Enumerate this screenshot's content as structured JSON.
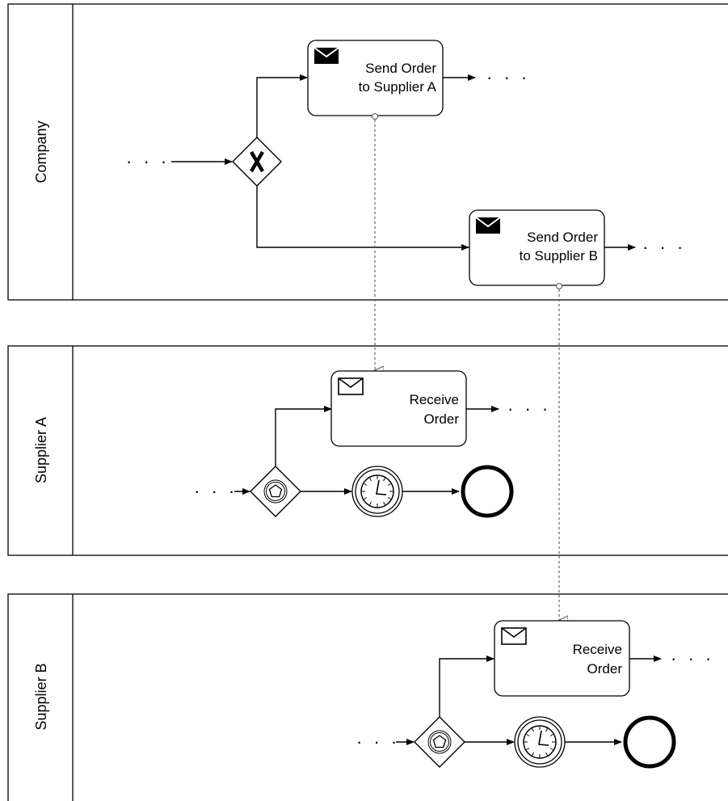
{
  "pools": {
    "company": {
      "label": "Company"
    },
    "supplier_a": {
      "label": "Supplier A"
    },
    "supplier_b": {
      "label": "Supplier B"
    }
  },
  "tasks": {
    "send_a": {
      "line1": "Send Order",
      "line2": "to Supplier A",
      "icon": "envelope-filled-icon"
    },
    "send_b": {
      "line1": "Send Order",
      "line2": "to Supplier B",
      "icon": "envelope-filled-icon"
    },
    "receive_a": {
      "line1": "Receive",
      "line2": "Order",
      "icon": "envelope-outline-icon"
    },
    "receive_b": {
      "line1": "Receive",
      "line2": "Order",
      "icon": "envelope-outline-icon"
    }
  },
  "continuation": "· · ·",
  "colors": {
    "stroke": "#000000",
    "message_flow": "#555555",
    "fill": "#ffffff"
  }
}
